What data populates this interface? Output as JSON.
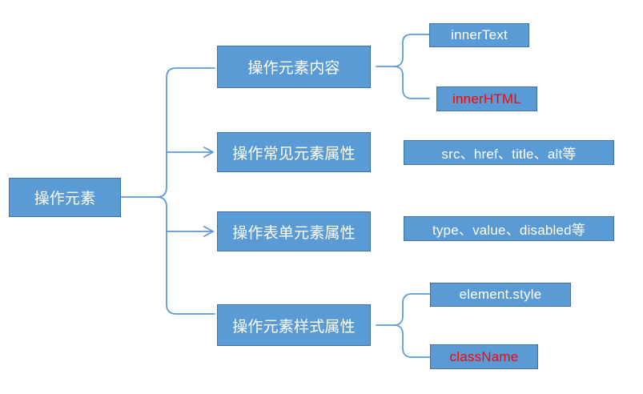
{
  "diagram": {
    "title": "操作元素",
    "type": "mind-map",
    "background_color": "#ffffff",
    "node_fill": "#5B9BD5",
    "node_border": "#41719C",
    "connector_color": "#5B9BD5",
    "text_color_default": "#ffffff",
    "text_color_highlight": "#FF0000",
    "root": {
      "label": "操作元素"
    },
    "branches": [
      {
        "label": "操作元素内容",
        "connector": "brace",
        "children": [
          {
            "label": "innerText",
            "highlight": false
          },
          {
            "label": "innerHTML",
            "highlight": true
          }
        ]
      },
      {
        "label": "操作常见元素属性",
        "connector": "arrow",
        "children": [
          {
            "label": "src、href、title、alt等",
            "highlight": false
          }
        ]
      },
      {
        "label": "操作表单元素属性",
        "connector": "arrow",
        "children": [
          {
            "label": "type、value、disabled等",
            "highlight": false
          }
        ]
      },
      {
        "label": "操作元素样式属性",
        "connector": "brace",
        "children": [
          {
            "label": "element.style",
            "highlight": false
          },
          {
            "label": "className",
            "highlight": true
          }
        ]
      }
    ]
  }
}
